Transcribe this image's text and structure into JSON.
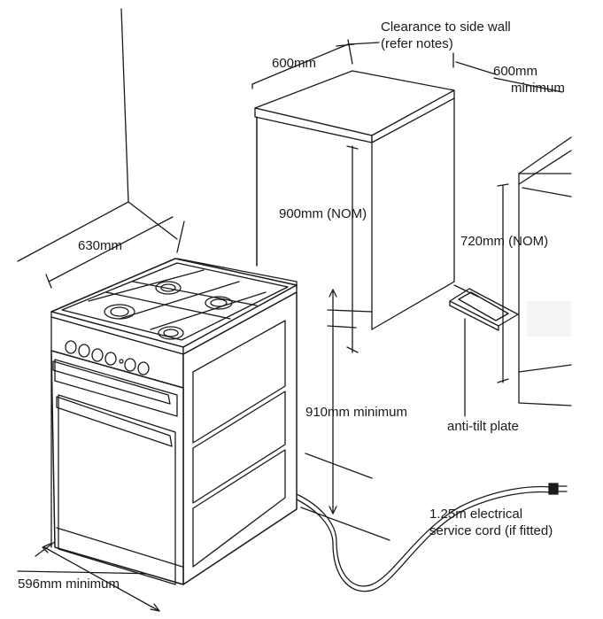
{
  "labels": {
    "clearance_side_wall": "Clearance to side wall",
    "refer_notes": "(refer notes)",
    "width_top": "600mm",
    "side_clearance": "600mm",
    "side_clearance_min": "minimum",
    "height_900": "900mm (NOM)",
    "height_720": "720mm (NOM)",
    "depth_630": "630mm",
    "height_910": "910mm minimum",
    "anti_tilt": "anti-tilt plate",
    "cord_line1": "1.25m electrical",
    "cord_line2": "service cord (if fitted)",
    "width_596": "596mm minimum"
  },
  "colors": {
    "line": "#1a1a1a",
    "background": "#ffffff",
    "shade": "#f4f4f4"
  }
}
